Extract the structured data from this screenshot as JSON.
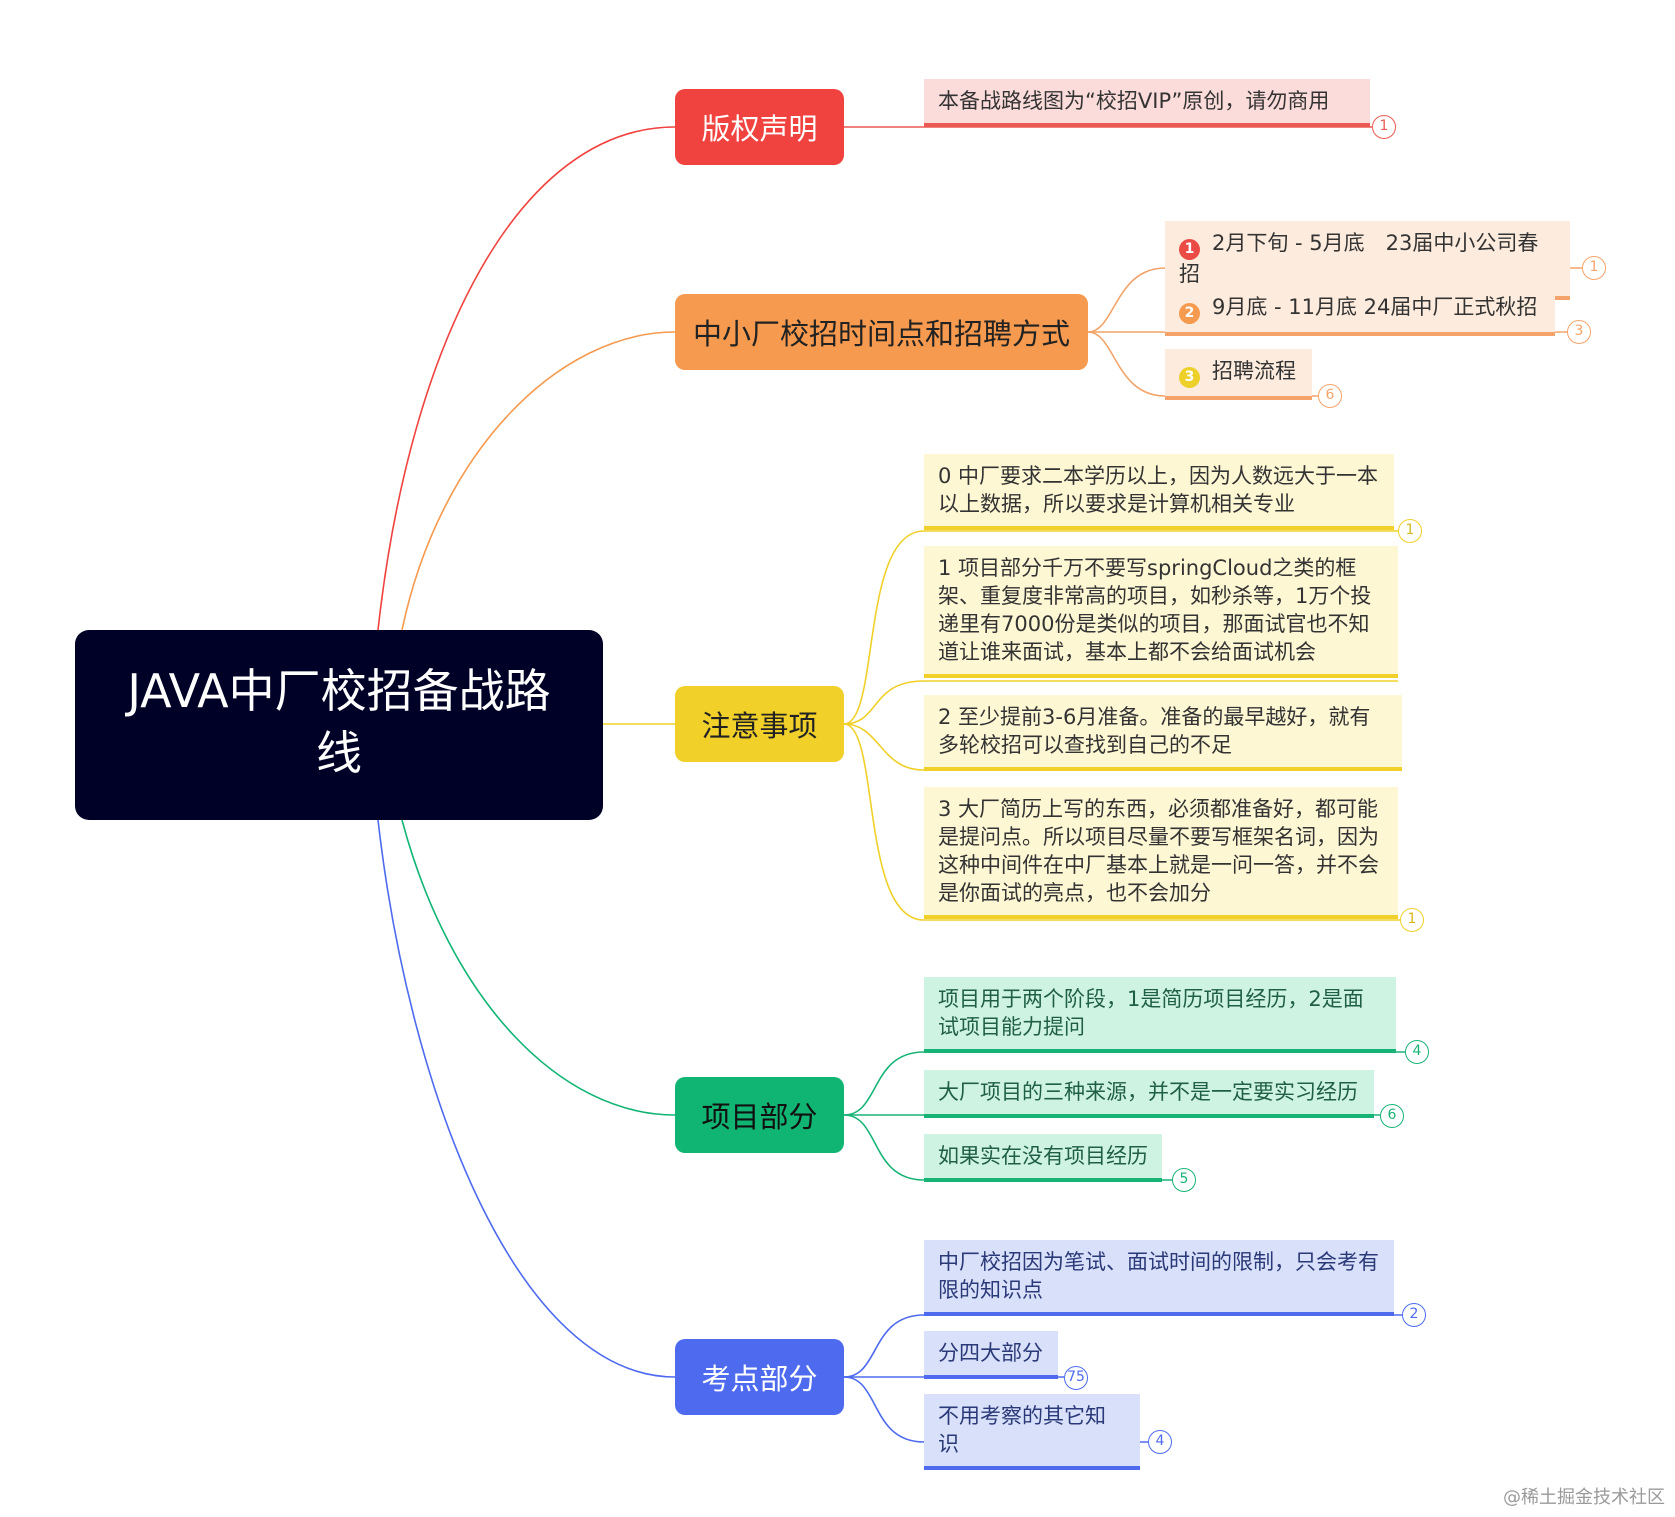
{
  "root": {
    "line1": "JAVA中厂校招备战路",
    "line2": "线"
  },
  "colors": {
    "root": "#000126",
    "red": "#F0433F",
    "orange": "#F59A4E",
    "yellow": "#F0D029",
    "green": "#11B573",
    "blue": "#4E6BEF"
  },
  "branches": {
    "copyright": {
      "label": "版权声明",
      "items": [
        {
          "text": "本备战路线图为“校招VIP”原创，请勿商用",
          "badge": "1"
        }
      ]
    },
    "timeline": {
      "label": "中小厂校招时间点和招聘方式",
      "items": [
        {
          "marker": "1",
          "text": "2月下旬 - 5月底　23届中小公司春招",
          "badge": "1"
        },
        {
          "marker": "2",
          "text": "9月底 - 11月底  24届中厂正式秋招",
          "badge": "3"
        },
        {
          "marker": "3",
          "text": "招聘流程",
          "badge": "6"
        }
      ]
    },
    "notes": {
      "label": "注意事项",
      "items": [
        {
          "text": "0 中厂要求二本学历以上，因为人数远大于一本以上数据，所以要求是计算机相关专业",
          "badge": "1"
        },
        {
          "text": "1 项目部分千万不要写springCloud之类的框架、重复度非常高的项目，如秒杀等，1万个投递里有7000份是类似的项目，那面试官也不知道让谁来面试，基本上都不会给面试机会",
          "badge": ""
        },
        {
          "text": "2 至少提前3-6月准备。准备的最早越好，就有多轮校招可以查找到自己的不足",
          "badge": ""
        },
        {
          "text": "3 大厂简历上写的东西，必须都准备好，都可能是提问点。所以项目尽量不要写框架名词，因为这种中间件在中厂基本上就是一问一答，并不会是你面试的亮点，也不会加分",
          "badge": "1"
        }
      ]
    },
    "projects": {
      "label": "项目部分",
      "items": [
        {
          "text": "项目用于两个阶段，1是简历项目经历，2是面试项目能力提问",
          "badge": "4"
        },
        {
          "text": "大厂项目的三种来源，并不是一定要实习经历",
          "badge": "6"
        },
        {
          "text": "如果实在没有项目经历",
          "badge": "5"
        }
      ]
    },
    "exam": {
      "label": "考点部分",
      "items": [
        {
          "text": "中厂校招因为笔试、面试时间的限制，只会考有限的知识点",
          "badge": "2"
        },
        {
          "text": "分四大部分",
          "badge": "75"
        },
        {
          "text": "不用考察的其它知识",
          "badge": "4"
        }
      ]
    }
  },
  "watermark": "@稀土掘金技术社区"
}
